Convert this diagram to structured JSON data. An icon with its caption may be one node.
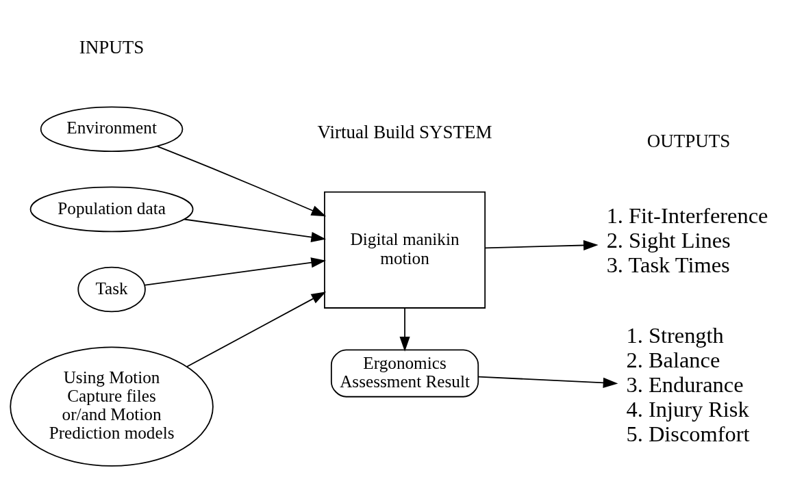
{
  "diagram": {
    "nodes": [
      {
        "text": [
          "Environment"
        ]
      },
      {
        "text": [
          "Population data"
        ]
      },
      {
        "text": [
          "Task"
        ]
      },
      {
        "text": [
          "Using Motion Capture files or/and Motion Prediction models"
        ]
      },
      {
        "text": [
          "Digital manikin motion"
        ]
      },
      {
        "text": [
          "Ergonomics Assessment Result"
        ]
      },
      {
        "text": [
          "1. Fit-Interference",
          "2. Sight Lines",
          "3. Task Times"
        ]
      },
      {
        "text": [
          "1. Strength",
          "2. Balance",
          "3. Endurance",
          "4. Injury Risk",
          "5. Discomfort"
        ]
      }
    ],
    "edges": [
      {
        "from": 0,
        "to": 4,
        "arrow": "to"
      },
      {
        "from": 1,
        "to": 4,
        "arrow": "to"
      },
      {
        "from": 2,
        "to": 4,
        "arrow": "to"
      },
      {
        "from": 3,
        "to": 4,
        "arrow": "to"
      },
      {
        "from": 4,
        "to": 6,
        "arrow": "to"
      },
      {
        "from": 4,
        "to": 5,
        "arrow": "to"
      },
      {
        "from": 5,
        "to": 7,
        "arrow": "to"
      }
    ],
    "labels": [
      "INPUTS",
      "Virtual Build SYSTEM",
      "OUTPUTS"
    ]
  }
}
